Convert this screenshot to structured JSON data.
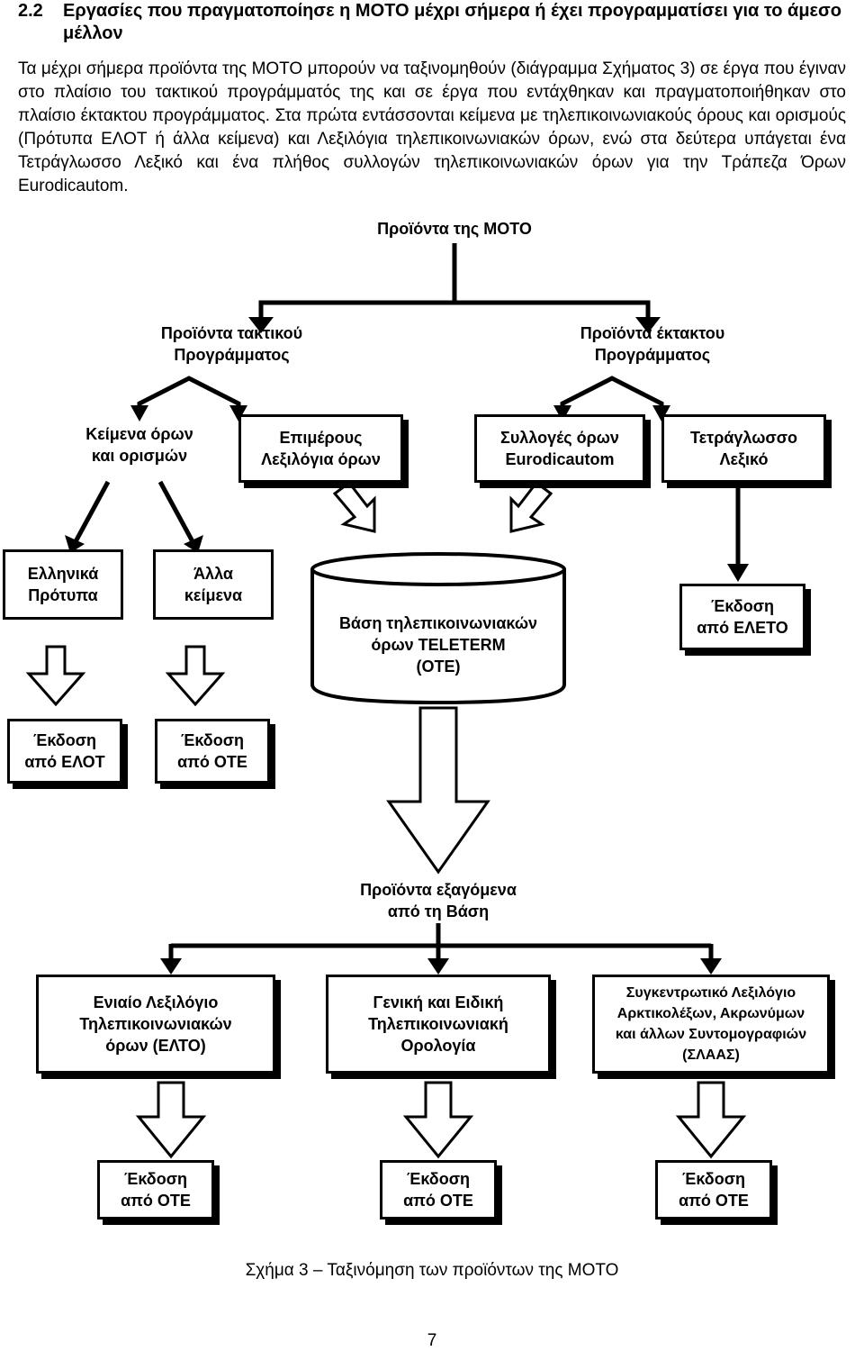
{
  "heading": {
    "number": "2.2",
    "title": "Εργασίες που πραγματοποίησε η ΜΟΤΟ μέχρι σήμερα ή έχει προγραμματίσει για το άμεσο μέλλον"
  },
  "paragraph": "Τα μέχρι σήμερα προϊόντα της ΜΟΤΟ μπορούν να ταξινομηθούν (διάγραμμα Σχήματος 3) σε έργα που έγιναν στο πλαίσιο του τακτικού προγράμματός της και σε έργα που εντάχθηκαν και πραγματοποιήθηκαν στο πλαίσιο έκτακτου προγράμματος. Στα πρώτα εντάσσονται κείμενα με τηλεπικοινωνιακούς όρους και ορισμούς (Πρότυπα ΕΛΟΤ ή άλλα κείμενα) και Λεξιλόγια τηλεπικοινωνιακών όρων, ενώ στα δεύτερα υπάγεται ένα Τετράγλωσσο Λεξικό και ένα πλήθος συλλογών τηλεπικοινωνιακών όρων για την Τράπεζα Όρων Eurodicautom.",
  "diagram": {
    "root": "Προϊόντα της ΜΟΤΟ",
    "regular": "Προϊόντα τακτικού\nΠρογράμματος",
    "extraordinary": "Προϊόντα έκτακτου\nΠρογράμματος",
    "terms_texts": "Κείμενα όρων\nκαι ορισμών",
    "partial_glossaries": "Επιμέρους\nΛεξιλόγια όρων",
    "eurodicautom": "Συλλογές όρων\nEurodicautom",
    "four_lang": "Τετράγλωσσο\nΛεξικό",
    "greek_standards": "Ελληνικά\nΠρότυπα",
    "other_texts": "Άλλα\nκείμενα",
    "database": "Βάση τηλεπικοινωνιακών\nόρων TELETERM\n(ΟΤΕ)",
    "pub_eleto": "Έκδοση\nαπό ΕΛΕΤΟ",
    "pub_elot": "Έκδοση\nαπό ΕΛΟΤ",
    "pub_ote_1": "Έκδοση\nαπό ΟΤΕ",
    "extracted": "Προϊόντα εξαγόμενα\nαπό τη Βάση",
    "elto": "Ενιαίο Λεξιλόγιο\nΤηλεπικοινωνιακών\nόρων (ΕΛΤΟ)",
    "general_special": "Γενική και Ειδική\nΤηλεπικοινωνιακή\nΟρολογία",
    "slaas": "Συγκεντρωτικό Λεξιλόγιο\nΑρκτικολέξων, Ακρωνύμων\nκαι άλλων Συντομογραφιών\n(ΣΛΑΑΣ)",
    "pub_ote_2": "Έκδοση\nαπό ΟΤΕ",
    "pub_ote_3": "Έκδοση\nαπό ΟΤΕ",
    "pub_ote_4": "Έκδοση\nαπό ΟΤΕ"
  },
  "caption": "Σχήμα 3 – Ταξινόμηση των προϊόντων της ΜΟΤΟ",
  "page_number": "7"
}
